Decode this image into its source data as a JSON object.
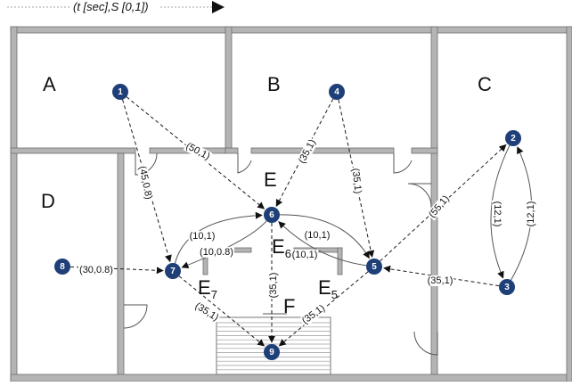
{
  "legend": {
    "text": "(t [sec],S [0,1])"
  },
  "rooms": [
    {
      "id": "A",
      "label": "A"
    },
    {
      "id": "B",
      "label": "B"
    },
    {
      "id": "C",
      "label": "C"
    },
    {
      "id": "D",
      "label": "D"
    },
    {
      "id": "E",
      "label": "E"
    },
    {
      "id": "F",
      "label": "F"
    }
  ],
  "zone_labels": [
    {
      "id": "E5",
      "main": "E",
      "sub": "5"
    },
    {
      "id": "E6",
      "main": "E",
      "sub": "6"
    },
    {
      "id": "E7",
      "main": "E",
      "sub": "7"
    }
  ],
  "nodes": [
    {
      "id": "1",
      "label": "1"
    },
    {
      "id": "2",
      "label": "2"
    },
    {
      "id": "3",
      "label": "3"
    },
    {
      "id": "4",
      "label": "4"
    },
    {
      "id": "5",
      "label": "5"
    },
    {
      "id": "6",
      "label": "6"
    },
    {
      "id": "7",
      "label": "7"
    },
    {
      "id": "8",
      "label": "8"
    },
    {
      "id": "9",
      "label": "9"
    }
  ],
  "edges": [
    {
      "from": "1",
      "to": "6",
      "label": "(50,1)"
    },
    {
      "from": "1",
      "to": "7",
      "label": "(45,0.8)"
    },
    {
      "from": "4",
      "to": "6",
      "label": "(35,1)"
    },
    {
      "from": "4",
      "to": "5",
      "label": "(35,1)"
    },
    {
      "from": "5",
      "to": "2",
      "label": "(55,1)"
    },
    {
      "from": "2",
      "to": "3",
      "label": "(12,1)"
    },
    {
      "from": "3",
      "to": "2",
      "label": "(12,1)"
    },
    {
      "from": "3",
      "to": "5",
      "label": "(35,1)"
    },
    {
      "from": "8",
      "to": "7",
      "label": "(30,0.8)"
    },
    {
      "from": "7",
      "to": "6",
      "label": "(10,1)"
    },
    {
      "from": "6",
      "to": "7",
      "label": "(10,0.8)"
    },
    {
      "from": "6",
      "to": "5",
      "label": "(10,1)"
    },
    {
      "from": "5",
      "to": "6",
      "label": "(10,1)"
    },
    {
      "from": "6",
      "to": "9",
      "label": "(35,1)"
    },
    {
      "from": "7",
      "to": "9",
      "label": "(35,1)"
    },
    {
      "from": "5",
      "to": "9",
      "label": "(35,1)"
    }
  ],
  "colors": {
    "node_fill": "#1f3f78",
    "node_text": "#ffffff",
    "wall": "#b4b4b4",
    "edge": "#1a1a1a"
  }
}
